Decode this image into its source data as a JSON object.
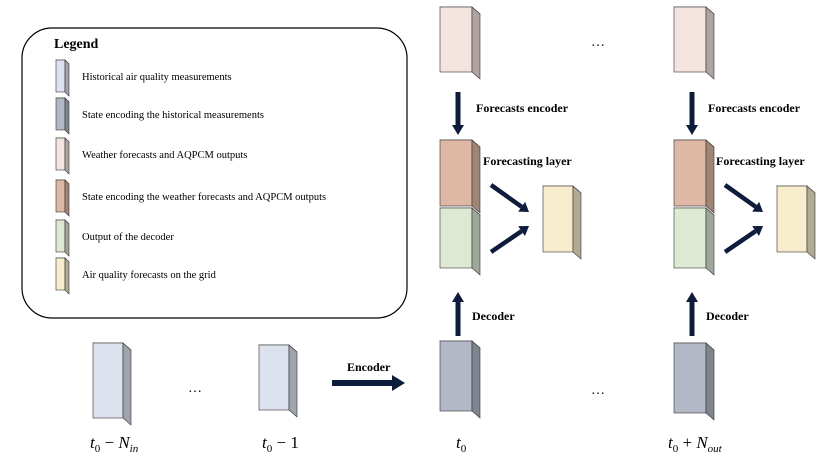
{
  "legend": {
    "title": "Legend",
    "items": [
      {
        "label": "Historical air quality measurements",
        "color": "#dde2ef"
      },
      {
        "label": "State encoding the historical measurements",
        "color": "#b2b8c6"
      },
      {
        "label": "Weather forecasts and AQPCM outputs",
        "color": "#f4e4e0"
      },
      {
        "label": "State encoding the weather forecasts and AQPCM outputs",
        "color": "#deb8a4"
      },
      {
        "label": "Output of the decoder",
        "color": "#dde9d3"
      },
      {
        "label": "Air quality forecasts on the grid",
        "color": "#f7edcc"
      }
    ]
  },
  "labels": {
    "encoder": "Encoder",
    "decoder_1": "Decoder",
    "decoder_2": "Decoder",
    "forecasts_encoder_1": "Forecasts encoder",
    "forecasts_encoder_2": "Forecasts encoder",
    "forecasting_layer_1": "Forecasting layer",
    "forecasting_layer_2": "Forecasting layer"
  },
  "ellipses": {
    "input": "…",
    "top": "…",
    "bottom": "…"
  },
  "time_labels": {
    "t_first": {
      "base": "t",
      "sub": "0",
      "op": " − ",
      "var": "N",
      "var_sub": "in"
    },
    "t_last_input": {
      "base": "t",
      "sub": "0",
      "op": " − 1"
    },
    "t_zero": {
      "base": "t",
      "sub": "0"
    },
    "t_out": {
      "base": "t",
      "sub": "0",
      "op": " + ",
      "var": "N",
      "var_sub": "out"
    }
  }
}
